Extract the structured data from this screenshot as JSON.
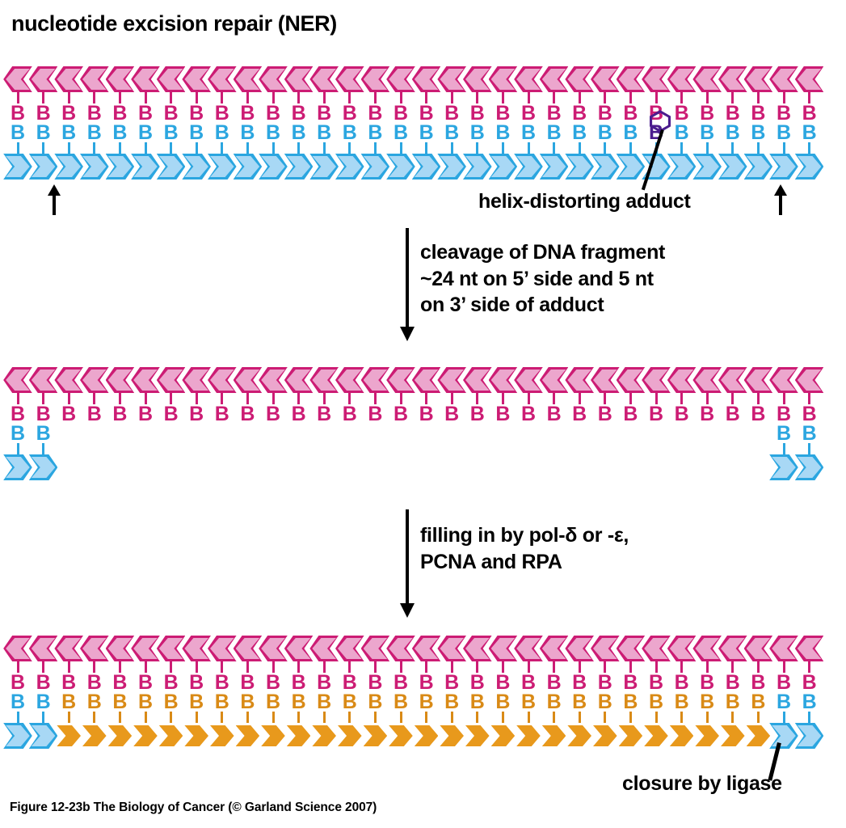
{
  "figure": {
    "title": "nucleotide excision repair (NER)",
    "caption": "Figure 12-23b  The Biology of Cancer (© Garland Science 2007)"
  },
  "colors": {
    "top_strand_fill": "#eca6cd",
    "top_strand_stroke": "#cc1c74",
    "top_base": "#cc1c74",
    "bottom_strand_fill": "#a8d8f5",
    "bottom_strand_stroke": "#2ba6e0",
    "bottom_base": "#2ba6e0",
    "repair_strand_fill": "#e8991c",
    "repair_strand_stroke": "#d98a16",
    "repair_base": "#d98a16",
    "adduct": "#4b1d8e",
    "text": "#000000"
  },
  "labels": {
    "base_letter": "B",
    "adduct_callout": "helix-distorting adduct",
    "ligase_callout": "closure by ligase"
  },
  "steps": [
    {
      "id": "step-cleavage",
      "text": "cleavage of DNA fragment\n~24 nt on 5’ side and 5 nt\non 3’ side of adduct"
    },
    {
      "id": "step-fill-in",
      "text": "filling in by pol-δ or -ε,\nPCNA and RPA"
    }
  ],
  "stages": [
    {
      "id": "stage-damaged-duplex",
      "name": "damaged DNA duplex with helix-distorting adduct",
      "columns": 32,
      "adduct_column": 26,
      "top_strand": {
        "present": true,
        "from": 1,
        "to": 32,
        "direction": "left"
      },
      "bottom_strand": {
        "present": true,
        "from": 1,
        "to": 32,
        "direction": "right"
      },
      "markers": [
        "incision-arrow-left",
        "incision-arrow-right"
      ]
    },
    {
      "id": "stage-excised",
      "name": "duplex after excision of damaged oligonucleotide",
      "columns": 32,
      "top_strand": {
        "present": true,
        "from": 1,
        "to": 32,
        "direction": "left"
      },
      "bottom_left_fragment": {
        "from": 1,
        "to": 2
      },
      "bottom_right_fragment": {
        "from": 31,
        "to": 32
      },
      "gap": {
        "from": 3,
        "to": 30
      }
    },
    {
      "id": "stage-repaired",
      "name": "gap filled in by repair polymerase and sealed by ligase",
      "columns": 32,
      "top_strand": {
        "present": true,
        "from": 1,
        "to": 32,
        "direction": "left"
      },
      "bottom_left_fragment": {
        "from": 1,
        "to": 2
      },
      "bottom_right_fragment": {
        "from": 31,
        "to": 32
      },
      "repair_patch": {
        "from": 3,
        "to": 30
      }
    }
  ]
}
